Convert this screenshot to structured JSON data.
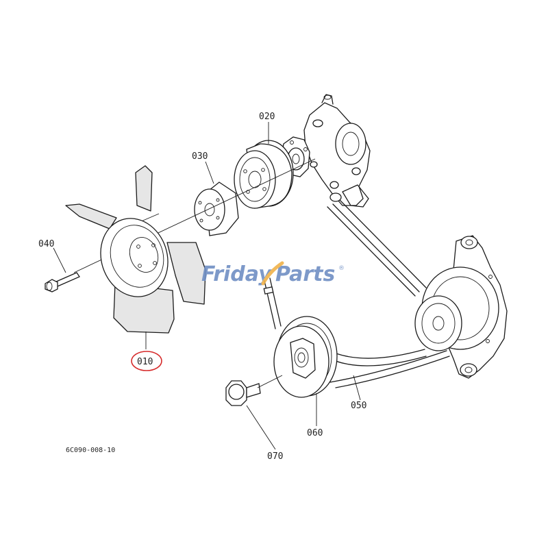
{
  "diagram": {
    "parts": {
      "p010": "010",
      "p020": "020",
      "p030": "030",
      "p040": "040",
      "p050": "050",
      "p060": "060",
      "p070": "070"
    },
    "drawing_code": "6C090-008-10",
    "highlighted_part": "010",
    "highlight_color": "#d62a2a"
  },
  "watermark": {
    "word1": "Friday",
    "word2": "Parts",
    "mark": "®",
    "color_blue": "#6f8fc4",
    "color_orange": "#f0b24a"
  }
}
